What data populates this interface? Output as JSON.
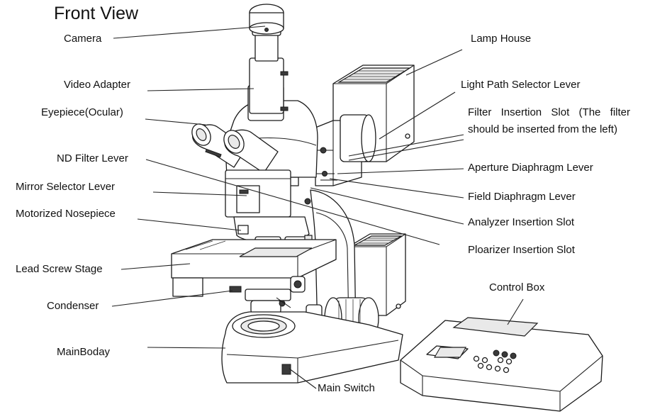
{
  "title": "Front View",
  "labels": {
    "camera": "Camera",
    "video_adapter": "Video Adapter",
    "eyepiece": "Eyepiece(Ocular)",
    "nd_filter_lever": "ND Filter Lever",
    "mirror_selector_lever": "Mirror Selector Lever",
    "motorized_nosepiece": "Motorized Nosepiece",
    "lead_screw_stage": "Lead Screw Stage",
    "condenser": "Condenser",
    "main_body": "MainBoday",
    "main_switch": "Main Switch",
    "lamp_house": "Lamp House",
    "light_path_selector_lever": "Light Path Selector Lever",
    "filter_insertion_slot": "Filter Insertion Slot (The filter should be inserted from the left)",
    "aperture_diaphragm_lever": "Aperture Diaphragm Lever",
    "field_diaphragm_lever": "Field Diaphragm Lever",
    "analyzer_insertion_slot": "Analyzer Insertion Slot",
    "polarizer_insertion_slot": "Ploarizer Insertion Slot",
    "control_box": "Control Box"
  }
}
